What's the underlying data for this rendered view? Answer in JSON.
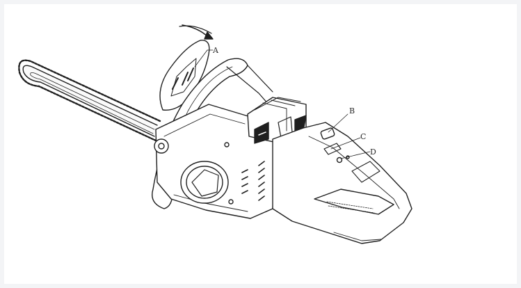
{
  "diagram": {
    "callouts": [
      {
        "id": "A",
        "label": "A"
      },
      {
        "id": "B",
        "label": "B"
      },
      {
        "id": "C",
        "label": "C"
      },
      {
        "id": "D",
        "label": "D"
      }
    ],
    "stroke_color": "#1f1f1f",
    "background_color": "#ffffff"
  }
}
